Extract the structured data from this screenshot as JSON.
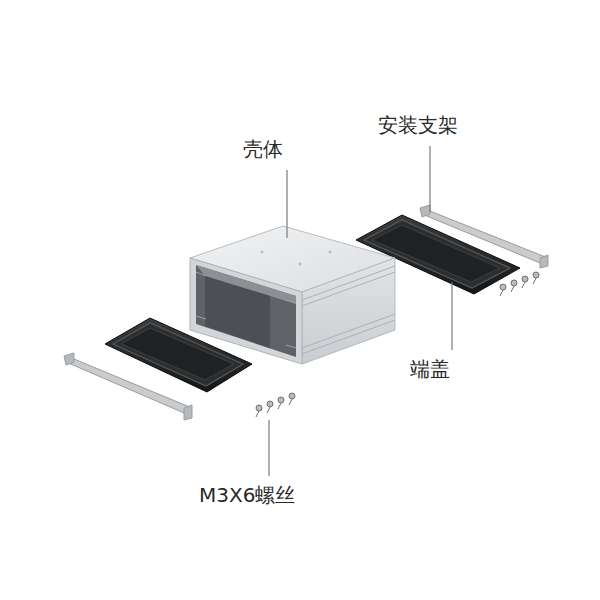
{
  "diagram": {
    "labels": [
      "安装支架",
      "壳体",
      "端盖",
      "M3X6螺丝"
    ]
  }
}
